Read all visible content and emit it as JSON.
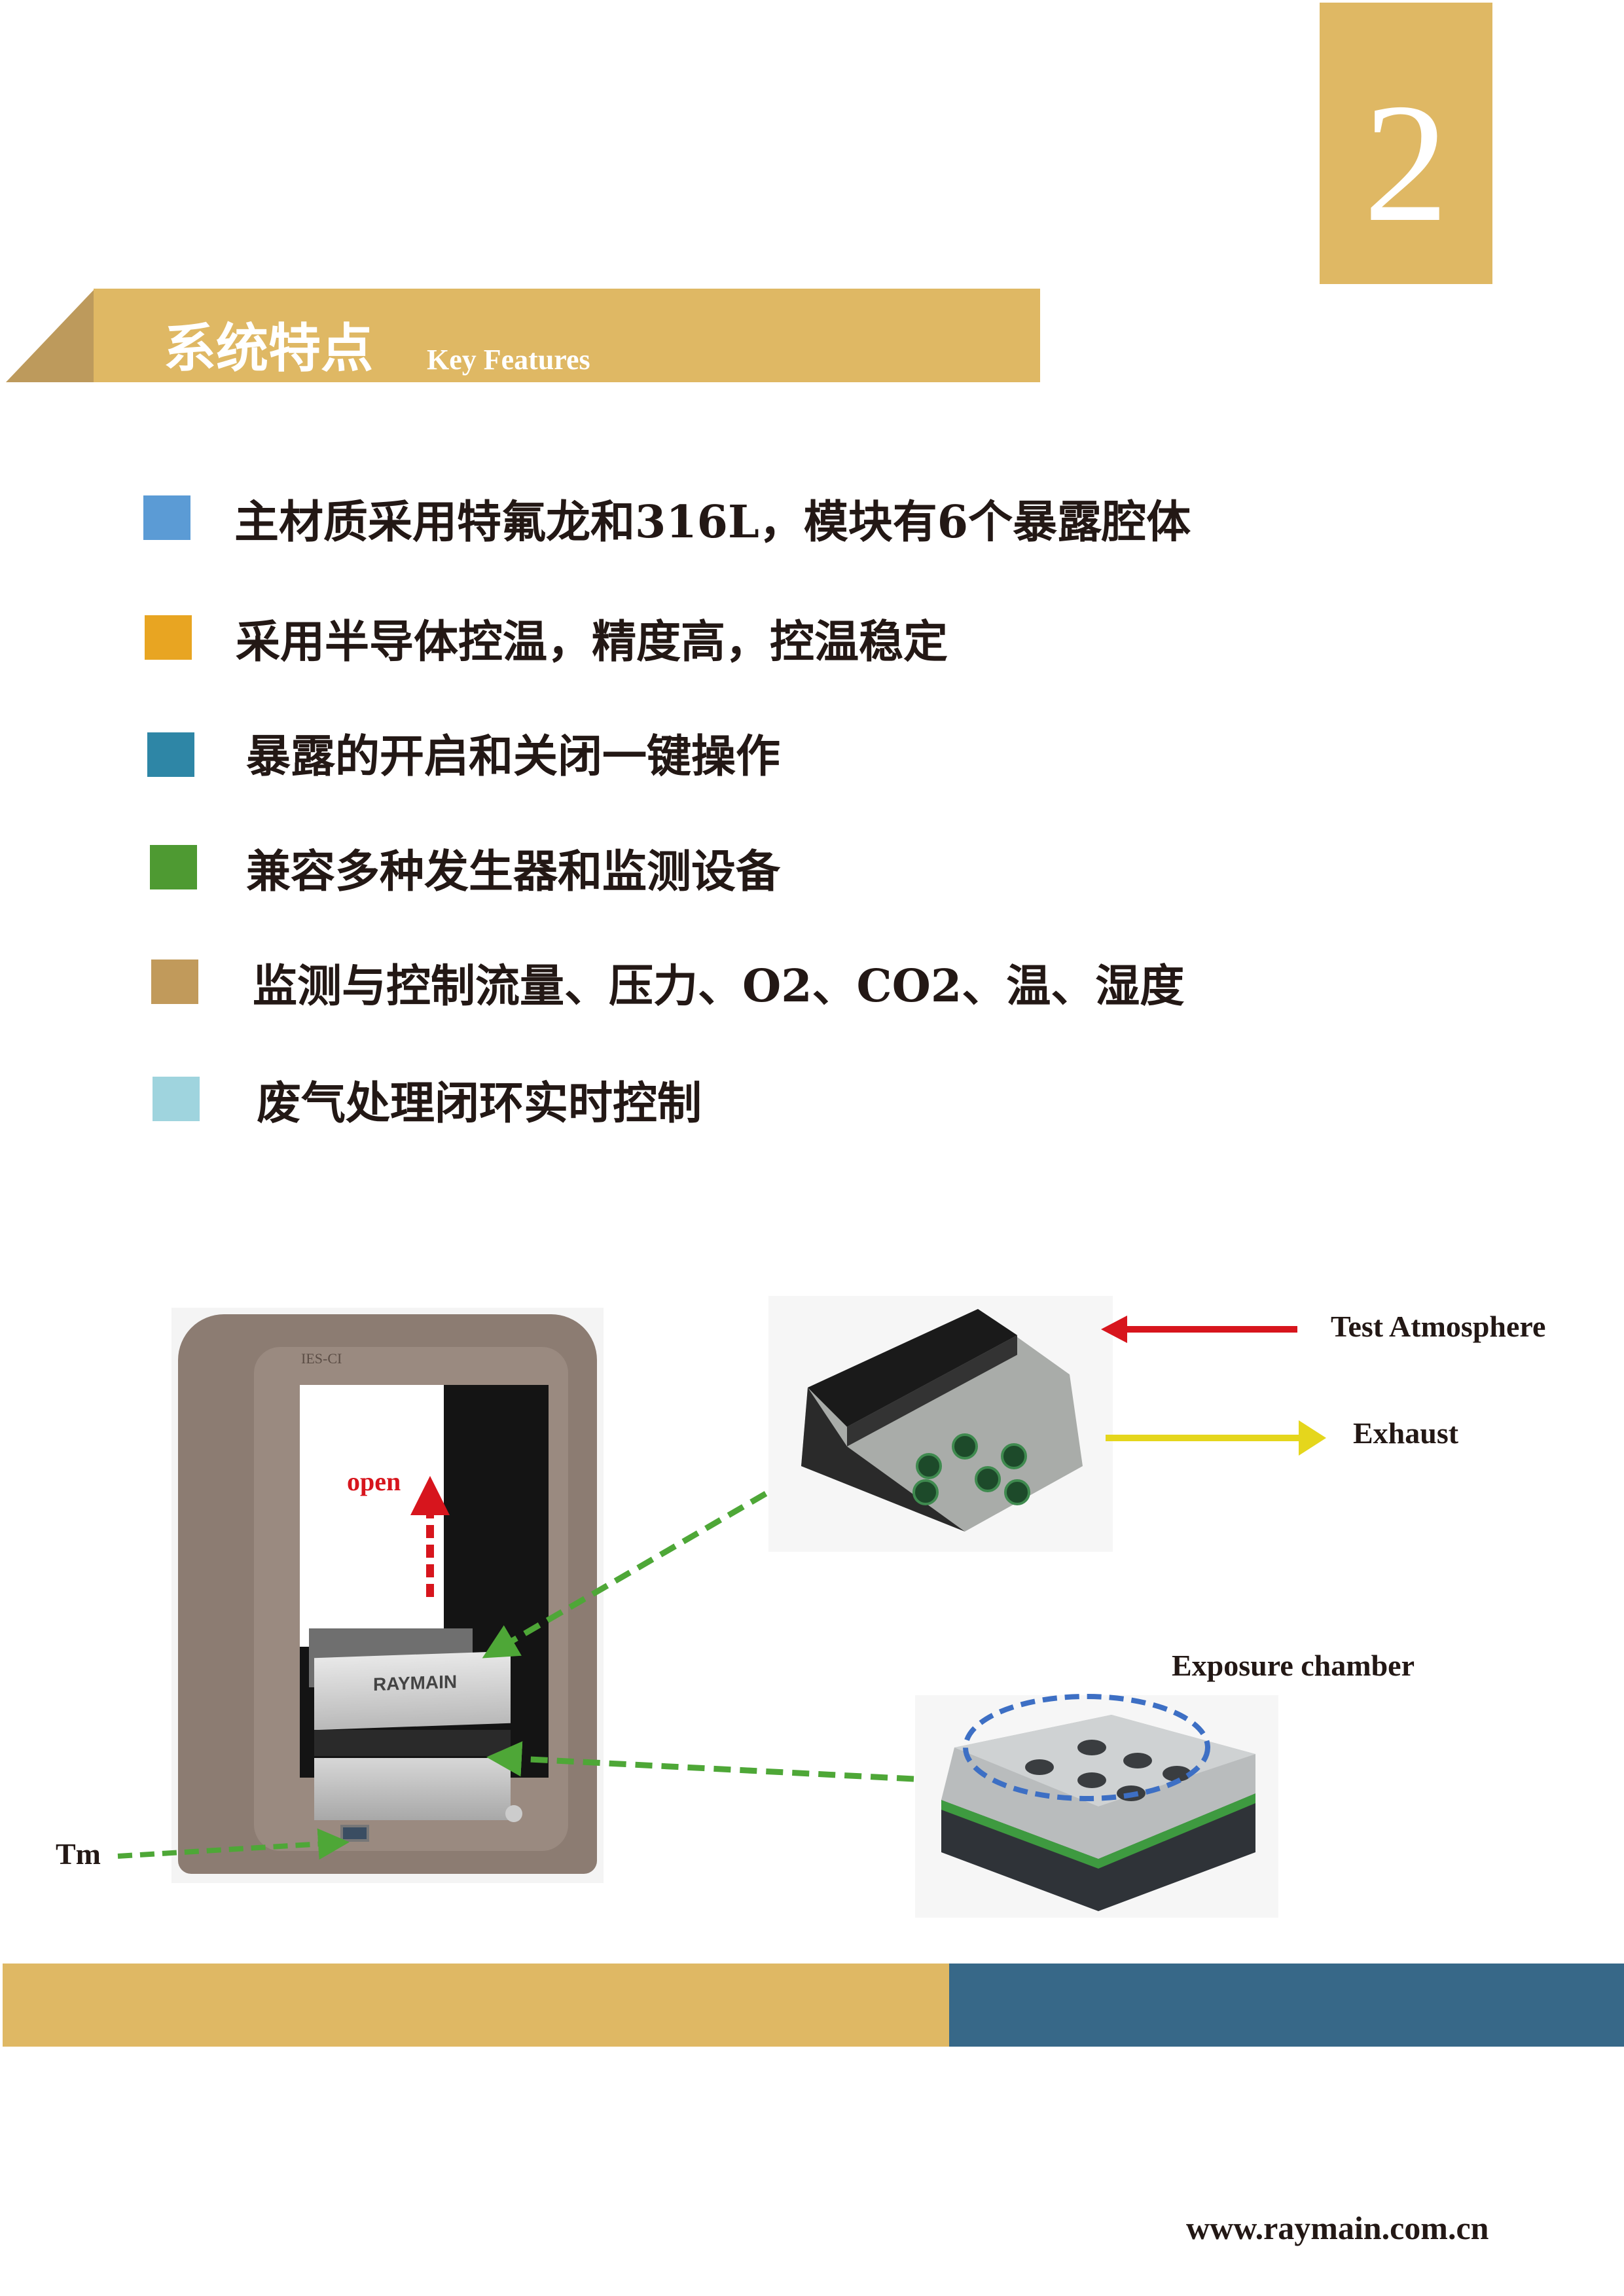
{
  "page_number": "2",
  "header": {
    "title_cn": "系统特点",
    "title_en": "Key Features"
  },
  "features": [
    {
      "text": "主材质采用特氟龙和316L，模块有6个暴露腔体",
      "color": "#5b9bd5"
    },
    {
      "text": "采用半导体控温，精度高，控温稳定",
      "color": "#e8a522"
    },
    {
      "text": "暴露的开启和关闭一键操作",
      "color": "#2e86a6"
    },
    {
      "text": "兼容多种发生器和监测设备",
      "color": "#4e9a32"
    },
    {
      "text": "监测与控制流量、压力、O2、CO2、温、湿度",
      "color": "#c19a5b"
    },
    {
      "text": "废气处理闭环实时控制",
      "color": "#9fd4de"
    }
  ],
  "diagram": {
    "machine_model": "IES-CI",
    "machine_brand": "RAYMAIN",
    "open_label": "open",
    "tm_label": "Tm",
    "test_atmosphere_label": "Test Atmosphere",
    "exhaust_label": "Exhaust",
    "exposure_chamber_label": "Exposure chamber"
  },
  "footer": {
    "url": "www.raymain.com.cn",
    "bar_left_color": "#dfb864",
    "bar_right_color": "#376888"
  }
}
